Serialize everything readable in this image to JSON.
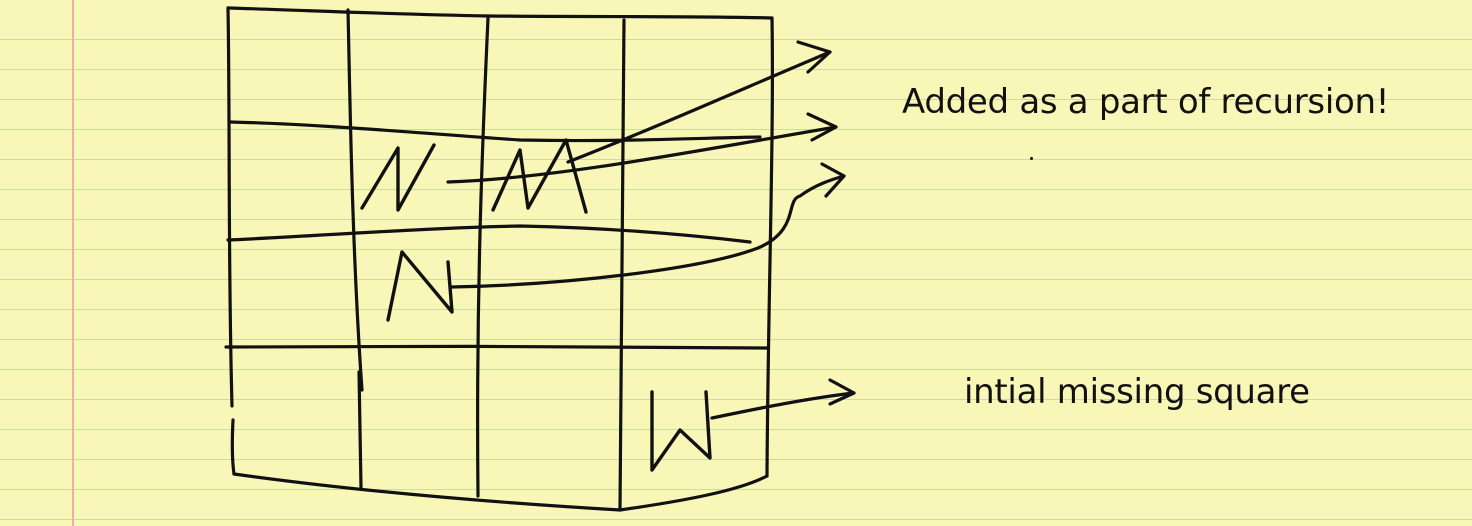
{
  "annotations": {
    "recursion": "Added as a part of recursion!",
    "missing": "intial missing square"
  },
  "cells": {
    "tile_letter": "W"
  },
  "colors": {
    "paper": "#f9f7b8",
    "rule_line": "#c9d3d6",
    "margin_line": "#f3aab1",
    "ink": "#111111"
  }
}
